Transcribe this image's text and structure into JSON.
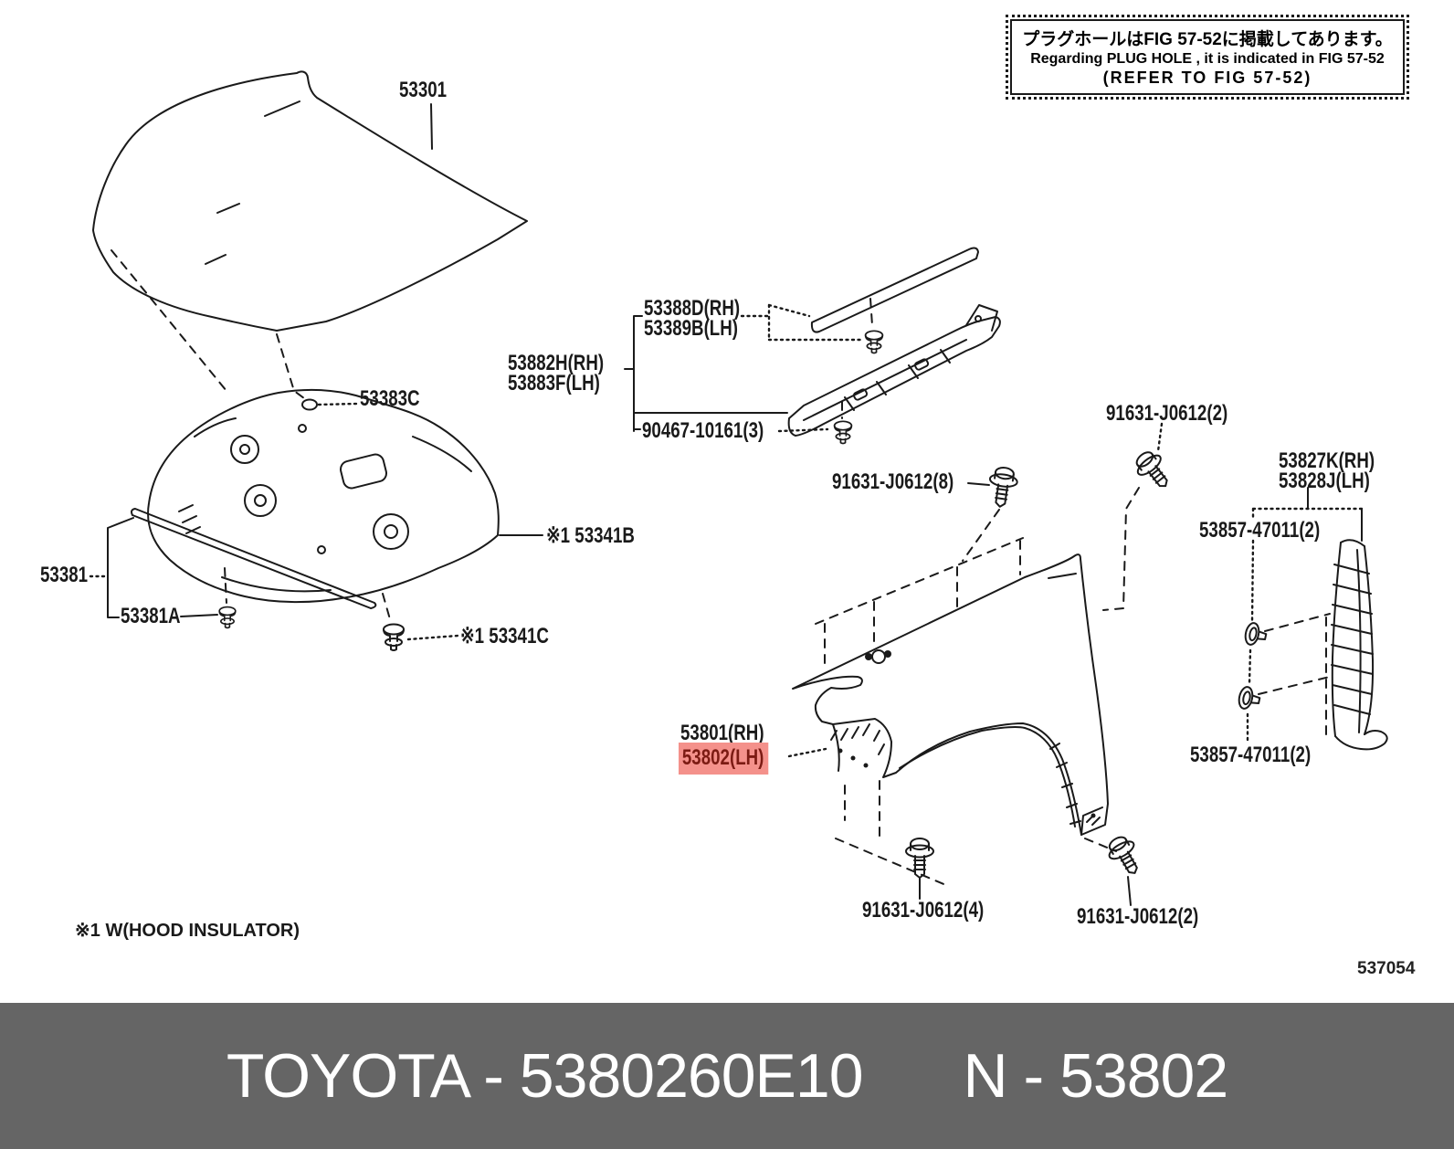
{
  "note_box": {
    "line1": "プラグホールはFIG 57-52に掲載してあります。",
    "line2": "Regarding PLUG HOLE , it is indicated in FIG 57-52",
    "line3": "(REFER TO FIG 57-52)"
  },
  "part_labels": {
    "hood": "53301",
    "hood_grommet": "53383C",
    "insulator": "※1 53341B",
    "hood_seal": "53381",
    "hood_seal_clip": "53381A",
    "insulator_clip": "※1 53341C",
    "molding_rh": "53388D(RH)",
    "molding_lh": "53389B(LH)",
    "cowl_rh": "53882H(RH)",
    "cowl_lh": "53883F(LH)",
    "cowl_clip": "90467-10161(3)",
    "bolt_8": "91631-J0612(8)",
    "bolt_2_top": "91631-J0612(2)",
    "brace_rh": "53827K(RH)",
    "brace_lh": "53828J(LH)",
    "brace_clip_top": "53857-47011(2)",
    "brace_clip_bottom": "53857-47011(2)",
    "fender_rh": "53801(RH)",
    "fender_lh": "53802(LH)",
    "bolt_4": "91631-J0612(4)",
    "bolt_2_bottom": "91631-J0612(2)"
  },
  "footnote": "※1 W(HOOD INSULATOR)",
  "figure_code": "537054",
  "footer": {
    "catalog_text": "TOYOTA - 5380260E10",
    "ref_text": "N - 53802"
  },
  "colors": {
    "line": "#1a1a1a",
    "highlight_bg": "#f4918b",
    "highlight_text": "#7c1b13",
    "footer_bg": "#656565",
    "footer_text": "#ffffff",
    "page_bg": "#ffffff"
  }
}
